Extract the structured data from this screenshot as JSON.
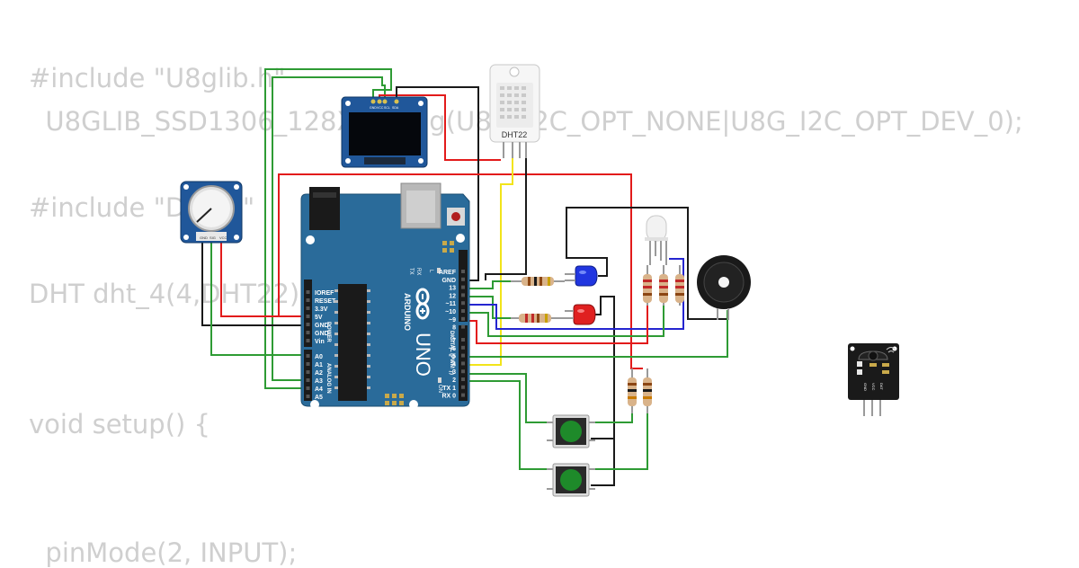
{
  "code": {
    "lines": [
      "#include \"U8glib.h\"",
      "  U8GLIB_SSD1306_128X64 u8g(U8G_I2C_OPT_NONE|U8G_I2C_OPT_DEV_0);",
      "#include \"DHT.h\"",
      "DHT dht_4(4,DHT22);",
      "void setup() {",
      "  pinMode(2, INPUT);"
    ]
  },
  "components": {
    "dht": {
      "label": "DHT22"
    },
    "oled": {
      "pins": [
        "GND",
        "VCC",
        "SCL",
        "SDA"
      ]
    },
    "pot": {
      "pins": [
        "GND",
        "SIG",
        "VCC"
      ]
    },
    "ir": {
      "pins": [
        "GND",
        "VCC",
        "DAT"
      ]
    },
    "arduino": {
      "brand": "ARDUINO",
      "model": "UNO",
      "on_label": "ON",
      "l_label": "L",
      "tx_label": "TX",
      "rx_label": "RX",
      "digital_label": "DIGITAL (PWM ~)",
      "power_label": "POWER",
      "analog_label": "ANALOG IN",
      "power_pins": [
        "IOREF",
        "RESET",
        "3.3V",
        "5V",
        "GND",
        "GND",
        "Vin"
      ],
      "analog_pins": [
        "A0",
        "A1",
        "A2",
        "A3",
        "A4",
        "A5"
      ],
      "digital_top": [
        "AREF",
        "GND",
        "13",
        "12",
        "~11",
        "~10",
        "~9",
        "8"
      ],
      "digital_bottom": [
        "7",
        "~6",
        "~5",
        "4",
        "~3",
        "2",
        "TX 1",
        "RX 0"
      ]
    }
  },
  "colors": {
    "board": "#2a6b9a",
    "wire_red": "#e21b1b",
    "wire_green": "#2e9b34",
    "wire_black": "#1a1a1a",
    "wire_blue": "#2525d0",
    "wire_yellow": "#f2e41a",
    "led_blue": "#2136e0",
    "led_red": "#e02020",
    "button": "#1e8a2a"
  }
}
